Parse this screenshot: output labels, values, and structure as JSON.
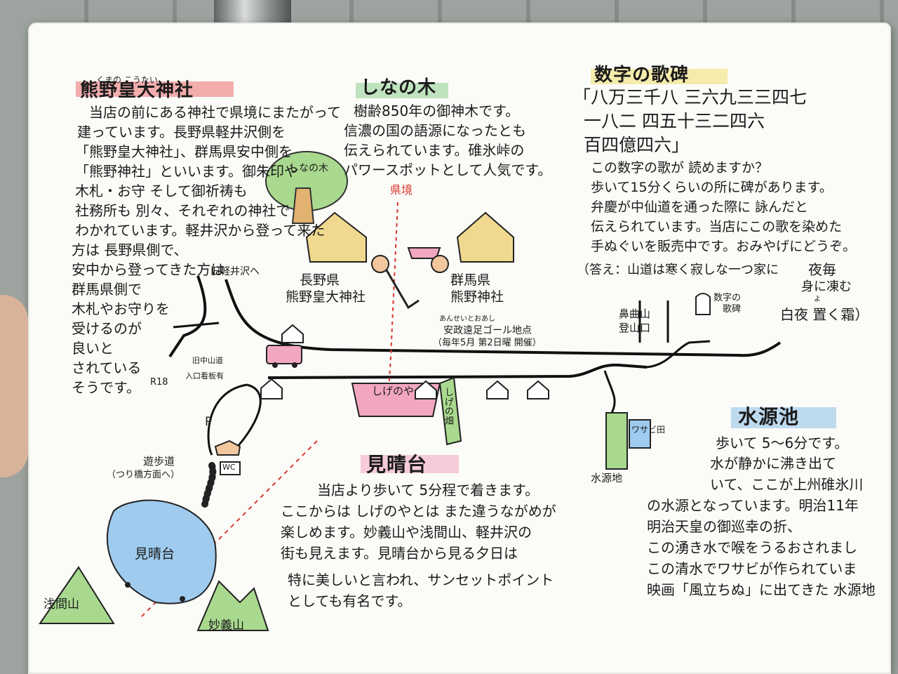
{
  "kumano": {
    "ruby": "くまの こうたい",
    "title": "熊野皇大神社",
    "lines": [
      "当店の前にある神社で県境にまたがって",
      "建っています。長野県軽井沢側を",
      "「熊野皇大神社」、群馬県安中側を",
      "「熊野神社」といいます。御朱印や",
      "木札・お守 そして御祈祷も",
      "社務所も 別々、それぞれの神社で",
      "わかれています。軽井沢から登って来た",
      "方は 長野県側で、",
      "安中から登ってきた方は",
      "群馬県側で",
      "木札やお守りを",
      "受けるのが",
      "良いと",
      "されている",
      "そうです。"
    ]
  },
  "shinanoki": {
    "title": "しなの木",
    "lines": [
      "樹齢850年の御神木です。",
      "信濃の国の語源になったとも",
      "伝えられています。碓氷峠の",
      "パワースポットとして人気です。"
    ]
  },
  "kahi": {
    "title": "数字の歌碑",
    "poem": [
      "「八万三千八 三六九三三四七",
      "一八二 四五十三二四六",
      "百四億四六」"
    ],
    "lines": [
      "この数字の歌が 読めますか？",
      "歩いて15分くらいの所に碑があります。",
      "弁慶が中仙道を通った際に 詠んだと",
      "伝えられています。当店にこの歌を染めた",
      "手ぬぐいを販売中です。おみやげにどうぞ。"
    ],
    "answer_1": "（答え：山道は寒く寂しな一つ家に",
    "answer_2": "夜毎",
    "answer_3": "身に凍む",
    "answer_4": "白夜 置く霜）",
    "answer_ruby": "よ"
  },
  "suigen": {
    "title": "水源池",
    "lines": [
      "歩いて 5～6分です。",
      "水が静かに沸き出て",
      "いて、ここが上州碓氷川",
      "の水源となっています。明治11年",
      "明治天皇の御巡幸の折、",
      "この湧き水で喉をうるおされまし",
      "この清水でワサビが作られていま",
      "映画「風立ちぬ」に出てきた 水源地"
    ]
  },
  "miharashi": {
    "title": "見晴台",
    "lines": [
      "当店より歩いて 5分程で着きます。",
      "ここからは しげのやとは また違うながめが",
      "楽しめます。妙義山や浅間山、軽井沢の",
      "街も見えます。見晴台から見る夕日は",
      "特に美しいと言われ、サンセットポイント",
      "としても有名です。"
    ]
  },
  "map": {
    "shinanoki_label": "しなの木",
    "kenkyo": "県境",
    "nagano_1": "長野県",
    "nagano_2": "熊野皇大神社",
    "gunma_1": "群馬県",
    "gunma_2": "熊野神社",
    "kyu_karuizawa": "旧軽井沢へ",
    "kahi_label_1": "数字の",
    "kahi_label_2": "歌碑",
    "hanamagari_1": "鼻曲山",
    "hanamagari_2": "登山口",
    "ansei_small": "あんせいとおあし",
    "ansei_1": "安政遠足ゴール地点",
    "ansei_2": "（毎年5月 第2日曜 開催）",
    "kyunakasendo": "旧中山道",
    "iriguchi": "入口看板有",
    "r18": "R18",
    "parking": "P",
    "shigenoya": "しげのや",
    "shigeno_hata": "しげの畑",
    "wasabi": "ワサビ田",
    "suigenchi": "水源地",
    "yuhodo_1": "遊歩道",
    "yuhodo_2": "（つり橋方面へ）",
    "wc": "WC",
    "miharashi_label": "見晴台",
    "asama": "浅間山",
    "myogi": "妙義山"
  },
  "colors": {
    "hl_red": "#eb6e6e",
    "hl_green": "#8fd08f",
    "hl_yellow": "#f1e27a",
    "hl_blue": "#8cc0e8",
    "hl_pink": "#f2a6bf",
    "boundary": "#d9352f",
    "pond": "#9ecbee",
    "tree": "#a9d98e"
  }
}
